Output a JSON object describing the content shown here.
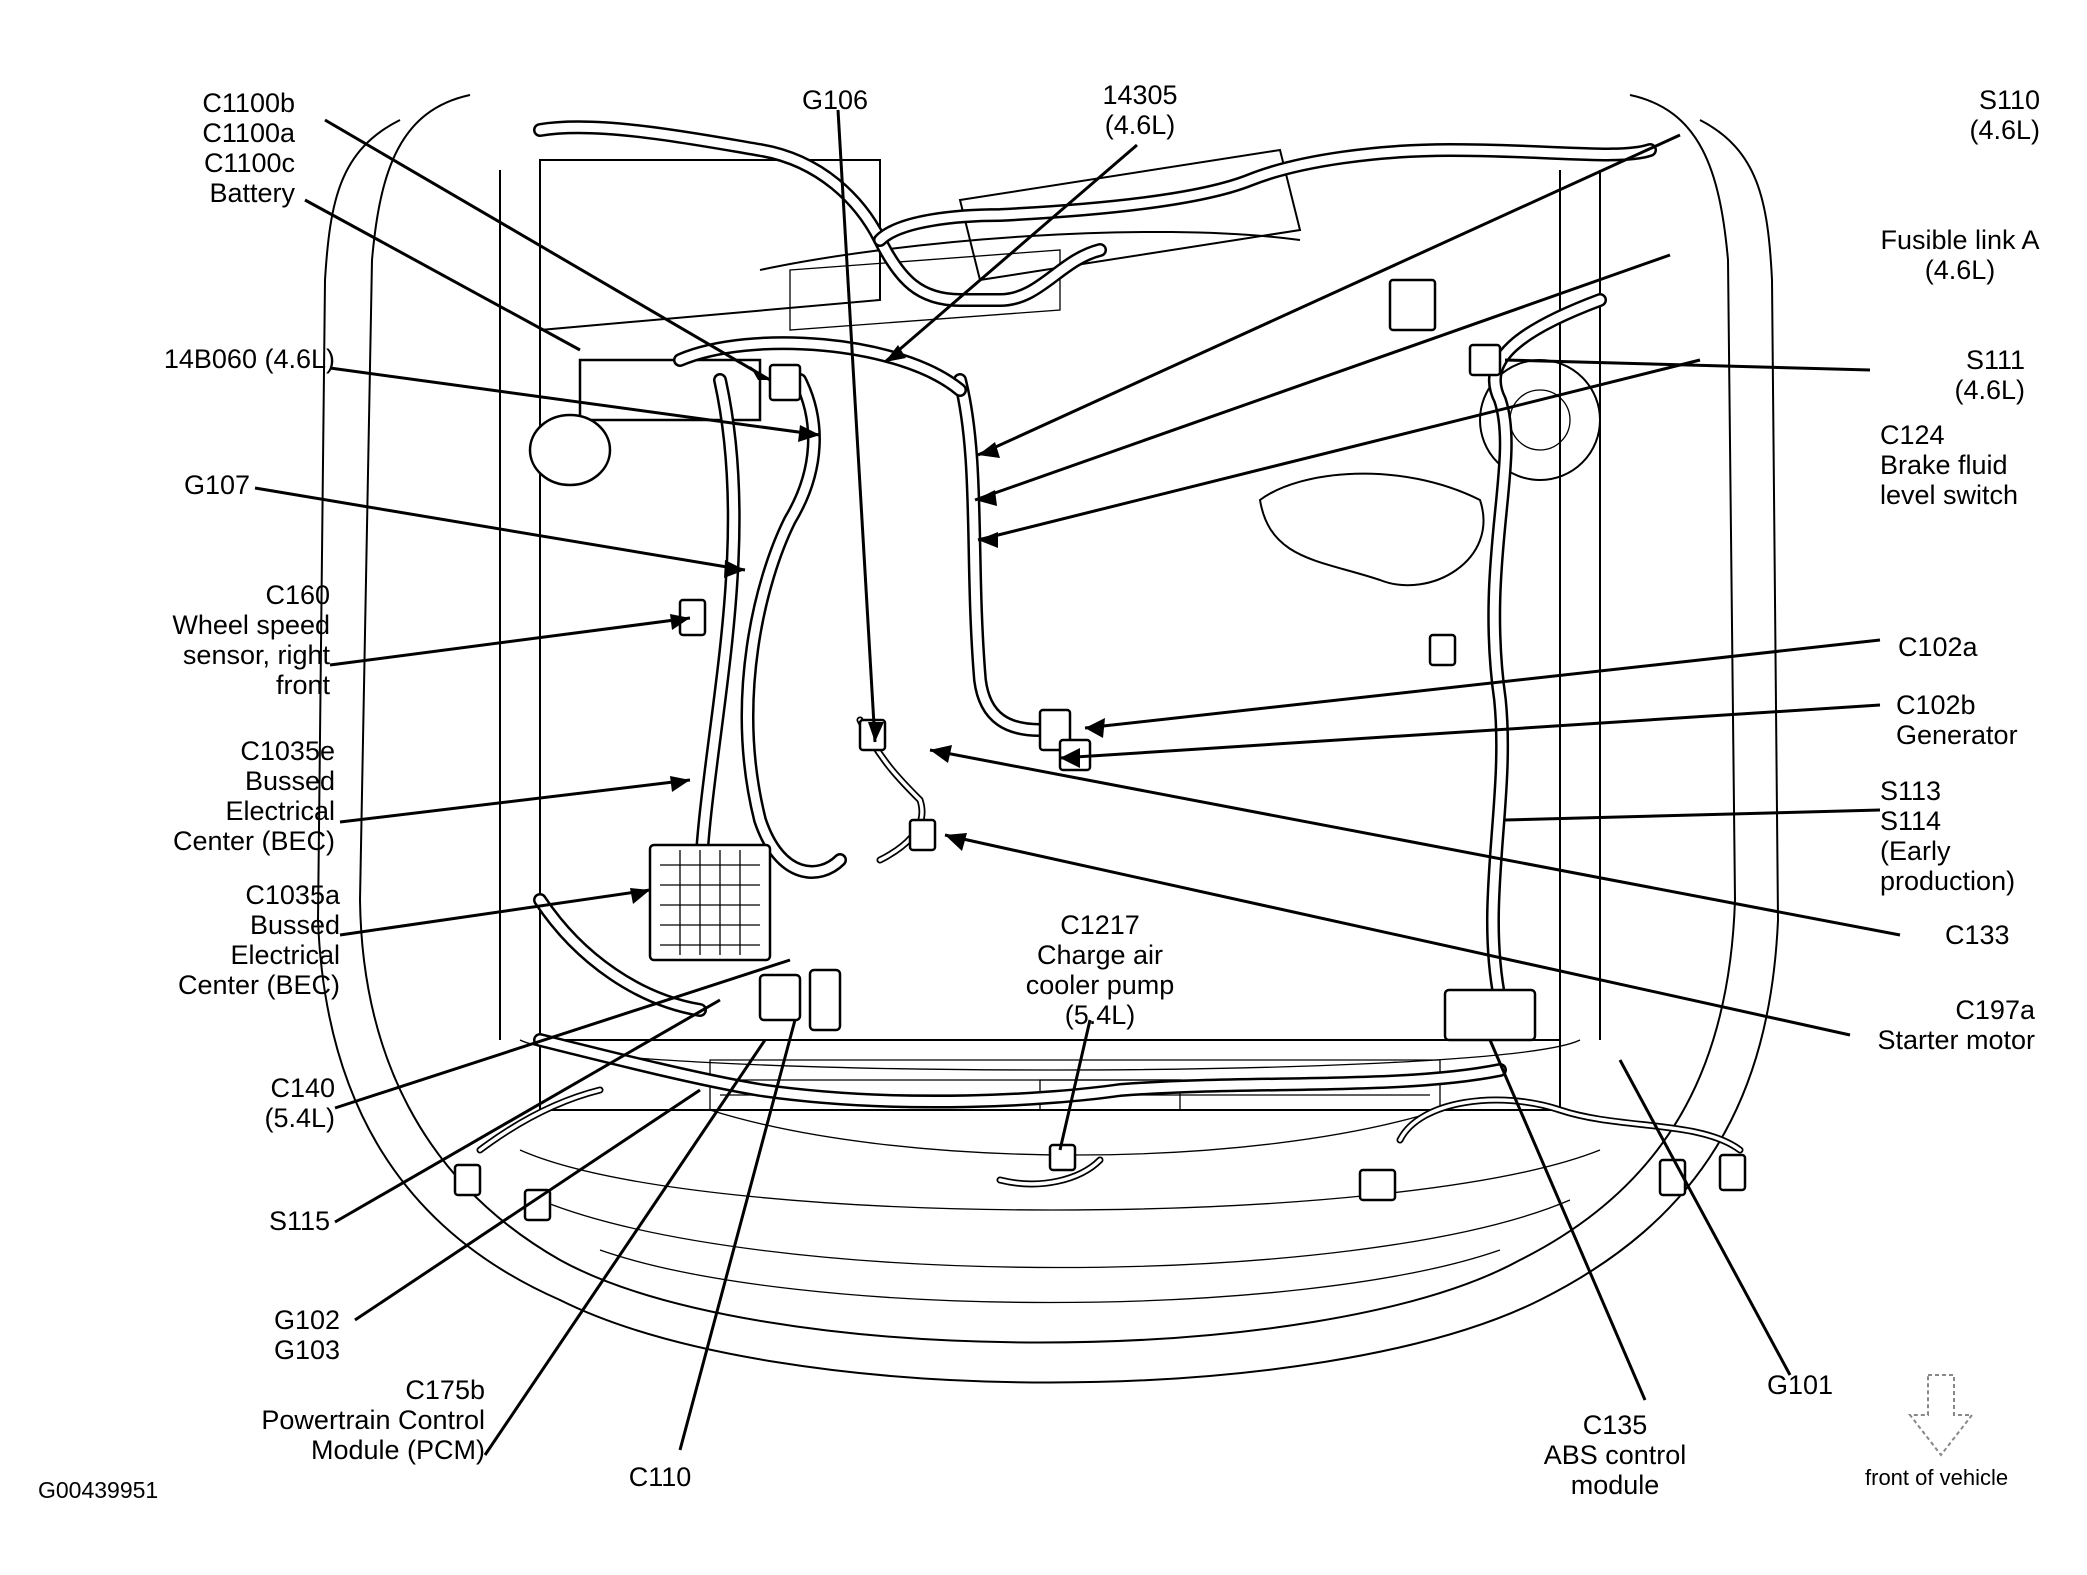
{
  "labels": {
    "c1100": [
      "C1100b",
      "C1100a",
      "C1100c",
      "Battery"
    ],
    "c14b060": [
      "14B060 (4.6L)"
    ],
    "g107": [
      "G107"
    ],
    "c160": [
      "C160",
      "Wheel speed",
      "sensor, right",
      "front"
    ],
    "c1035e": [
      "C1035e",
      "Bussed",
      "Electrical",
      "Center (BEC)"
    ],
    "c1035a": [
      "C1035a",
      "Bussed",
      "Electrical",
      "Center (BEC)"
    ],
    "c140": [
      "C140",
      "(5.4L)"
    ],
    "s115": [
      "S115"
    ],
    "g102": [
      "G102",
      "G103"
    ],
    "c175b": [
      "C175b",
      "Powertrain Control",
      "Module (PCM)"
    ],
    "c110": [
      "C110"
    ],
    "g106": [
      "G106"
    ],
    "c14305": [
      "14305",
      "(4.6L)"
    ],
    "c1217": [
      "C1217",
      "Charge air",
      "cooler pump",
      "(5.4L)"
    ],
    "s110": [
      "S110",
      "(4.6L)"
    ],
    "fusible": [
      "Fusible link A",
      "(4.6L)"
    ],
    "s111": [
      "S111",
      "(4.6L)"
    ],
    "c124": [
      "C124",
      "Brake fluid",
      "level switch"
    ],
    "c102a": [
      "C102a"
    ],
    "c102b": [
      "C102b",
      "Generator"
    ],
    "s113": [
      "S113",
      "S114",
      "(Early",
      "production)"
    ],
    "c133": [
      "C133"
    ],
    "c197a": [
      "C197a",
      "Starter motor"
    ],
    "c135": [
      "C135",
      "ABS control",
      "module"
    ],
    "g101": [
      "G101"
    ]
  },
  "figure_id": "G00439951",
  "orientation_note": "front of vehicle",
  "icons": {
    "front_arrow": "down-arrow-icon"
  },
  "colors": {
    "ink": "#000000",
    "paper": "#ffffff"
  }
}
